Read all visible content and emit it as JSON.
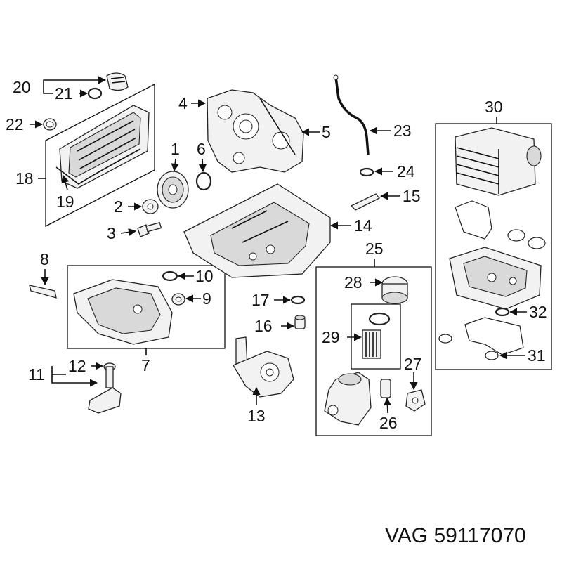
{
  "callouts": {
    "c1": "1",
    "c2": "2",
    "c3": "3",
    "c4": "4",
    "c5": "5",
    "c6": "6",
    "c7": "7",
    "c8": "8",
    "c9": "9",
    "c10": "10",
    "c11": "11",
    "c12": "12",
    "c13": "13",
    "c14": "14",
    "c15": "15",
    "c16": "16",
    "c17": "17",
    "c18": "18",
    "c19": "19",
    "c20": "20",
    "c21": "21",
    "c22": "22",
    "c23": "23",
    "c24": "24",
    "c25": "25",
    "c26": "26",
    "c27": "27",
    "c28": "28",
    "c29": "29",
    "c30": "30",
    "c31": "31",
    "c32": "32"
  },
  "caption": "VAG 59117070"
}
